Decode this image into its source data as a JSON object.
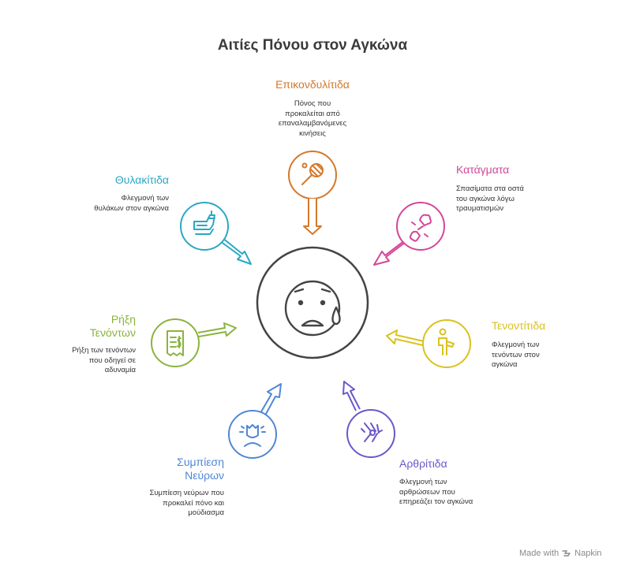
{
  "title": "Αιτίες Πόνου στον Αγκώνα",
  "colors": {
    "epicondylitis": "#d4782a",
    "fractures": "#d4479a",
    "tendinitis": "#d9c21f",
    "arthritis": "#6a58c8",
    "nerve": "#4f88d4",
    "rupture": "#8ab43e",
    "bursitis": "#2aa8c4",
    "center": "#444444"
  },
  "center_icon": "sad-crying-face-icon",
  "causes": [
    {
      "key": "epicondylitis",
      "heading": "Επικονδυλίτιδα",
      "lines": [
        "Πόνος που",
        "προκαλείται από",
        "επαναλαμβανόμενες",
        "κινήσεις"
      ],
      "icon": "tennis-racket-icon"
    },
    {
      "key": "fractures",
      "heading": "Κατάγματα",
      "lines": [
        "Σπασίματα στα οστά",
        "του αγκώνα λόγω",
        "τραυματισμών"
      ],
      "icon": "broken-bone-icon"
    },
    {
      "key": "tendinitis",
      "heading": "Τενοντίτιδα",
      "lines": [
        "Φλεγμονή των",
        "τενόντων στον",
        "αγκώνα"
      ],
      "icon": "arm-pain-icon"
    },
    {
      "key": "arthritis",
      "heading": "Αρθρίτιδα",
      "lines": [
        "Φλεγμονή των",
        "αρθρώσεων που",
        "επηρεάζει τον αγκώνα"
      ],
      "icon": "inflamed-joint-icon"
    },
    {
      "key": "nerve",
      "heading": "Συμπίεση\nΝεύρων",
      "lines": [
        "Συμπίεση νεύρων που",
        "προκαλεί πόνο και",
        "μούδιασμα"
      ],
      "icon": "stressed-person-icon"
    },
    {
      "key": "rupture",
      "heading": "Ρήξη\nΤενόντων",
      "lines": [
        "Ρήξη των τενόντων",
        "που οδηγεί σε",
        "αδυναμία"
      ],
      "icon": "receipt-icon"
    },
    {
      "key": "bursitis",
      "heading": "Θυλακίτιδα",
      "lines": [
        "Φλεγμονή των",
        "θυλάκων στον αγκώνα"
      ],
      "icon": "elbow-joint-icon"
    }
  ],
  "footer": {
    "made_with": "Made with",
    "brand": "Napkin"
  }
}
